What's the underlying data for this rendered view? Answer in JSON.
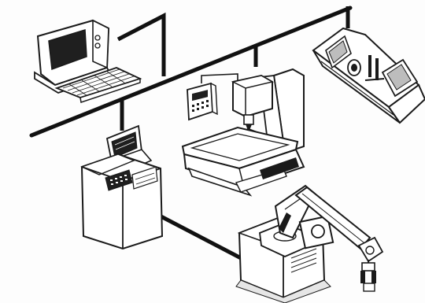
{
  "figure": {
    "type": "line-drawing",
    "colors": {
      "ink": "#1a1a1a",
      "paper": "#fdfdfd",
      "screen": "#1f1f1f",
      "shade": "#bdbdbd"
    },
    "nodes": [
      {
        "name": "computer-terminal"
      },
      {
        "name": "cnc-lathe"
      },
      {
        "name": "vertical-machining-center"
      },
      {
        "name": "control-cabinet"
      },
      {
        "name": "industrial-robot"
      }
    ]
  }
}
